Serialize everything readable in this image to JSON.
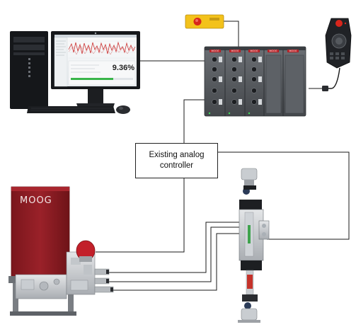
{
  "controller": {
    "label_line1": "Existing analog",
    "label_line2": "controller"
  },
  "pc_screen": {
    "value_readout": "9.36%"
  },
  "valve_unit": {
    "brand": "MOOG"
  },
  "rack": {
    "module_tags": [
      "MOOG",
      "MOOG",
      "MOOG",
      "MOOG",
      "MOOG"
    ]
  },
  "colors": {
    "brand_red": "#8f1d24",
    "estop_yellow": "#f3c21b",
    "estop_red": "#d8261c",
    "wire": "#1a1a1a",
    "rack_grey": "#585c60",
    "chart_red": "#cc3333"
  }
}
